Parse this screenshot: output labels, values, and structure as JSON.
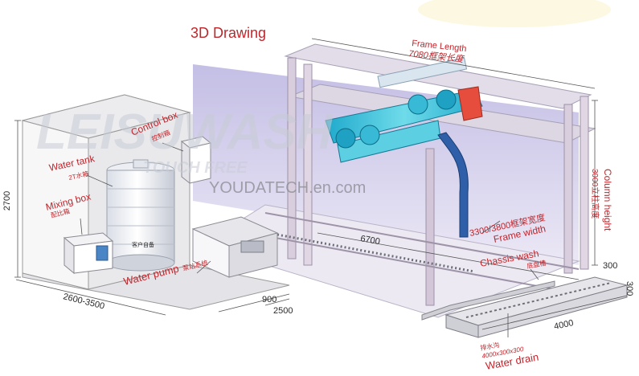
{
  "title": "3D Drawing",
  "watermark": {
    "brand": "LEISUWASH",
    "sub": "TOUCH FREE",
    "site": "YOUDATECH.en.com"
  },
  "labels": {
    "frame_length_en": "Frame Length",
    "frame_length_value": "7080框架长度",
    "control_box_en": "Control box",
    "control_box_cn": "控制箱",
    "water_tank_en": "Water tank",
    "water_tank_cn": "2T水箱",
    "mixing_box_en": "Mixing box",
    "mixing_box_cn": "配比箱",
    "pump_cn": "泵站系统",
    "water_pump_en": "Water pump",
    "frame_width_value": "3300/3800框架宽度",
    "frame_width_en": "Frame width",
    "column_height_en": "Column height",
    "column_height_cn": "3000立柱高度",
    "chassis_wash_en": "Chassis wash",
    "chassis_wash_cn": "底盘槽",
    "water_drain_cn": "排水沟",
    "water_drain_size": "4000x300x300",
    "water_drain_en": "Water drain",
    "tank_badge": "客户自备"
  },
  "dimensions": {
    "room_height": "2700",
    "room_depth": "2600-3500",
    "pump_width": "900",
    "room_width": "2500",
    "rail_length": "6700",
    "drain_length": "4000",
    "drain_depth_300a": "300",
    "drain_depth_300b": "300"
  },
  "colors": {
    "label_red": "#c0262c",
    "dim_black": "#2a2a2a",
    "frame_pink": "#c9a9c7",
    "backdrop_violet": "#c8c4e6",
    "machine_cyan": "#3fc6dc",
    "column_blue": "#2e5fa8"
  }
}
